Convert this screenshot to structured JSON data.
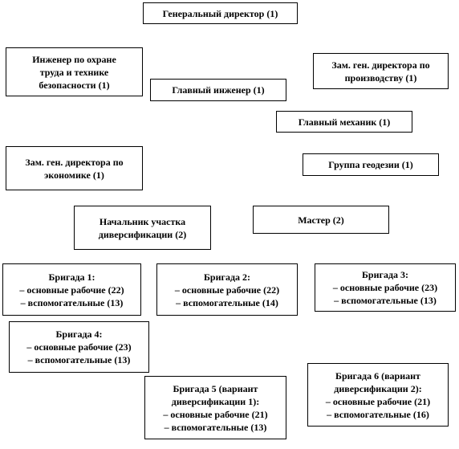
{
  "nodes": [
    {
      "id": "general-director",
      "lines": [
        "Генеральный директор (1)"
      ]
    },
    {
      "id": "safety-engineer",
      "lines": [
        "Инженер по охране",
        "труда и технике",
        "безопасности (1)"
      ]
    },
    {
      "id": "deputy-production",
      "lines": [
        "Зам. ген. директора по",
        "производству (1)"
      ]
    },
    {
      "id": "chief-engineer",
      "lines": [
        "Главный инженер  (1)"
      ]
    },
    {
      "id": "chief-mechanic",
      "lines": [
        "Главный механик (1)"
      ]
    },
    {
      "id": "deputy-economics",
      "lines": [
        "Зам. ген. директора по",
        "экономике (1)"
      ]
    },
    {
      "id": "geodesy-group",
      "lines": [
        "Группа геодезии (1)"
      ]
    },
    {
      "id": "diversification-head",
      "lines": [
        "Начальник участка",
        "диверсификации  (2)"
      ]
    },
    {
      "id": "master",
      "lines": [
        "Мастер (2)"
      ]
    },
    {
      "id": "brigade-1",
      "lines": [
        "Бригада 1:",
        "– основные рабочие (22)",
        "– вспомогательные (13)"
      ]
    },
    {
      "id": "brigade-2",
      "lines": [
        "Бригада 2:",
        "– основные рабочие (22)",
        "– вспомогательные (14)"
      ]
    },
    {
      "id": "brigade-3",
      "lines": [
        "Бригада 3:",
        "– основные рабочие (23)",
        "– вспомогательные (13)"
      ]
    },
    {
      "id": "brigade-4",
      "lines": [
        "Бригада 4:",
        "– основные рабочие (23)",
        "– вспомогательные (13)"
      ]
    },
    {
      "id": "brigade-5",
      "lines": [
        "Бригада 5 (вариант",
        "диверсификации  1):",
        "– основные рабочие (21)",
        "– вспомогательные (13)"
      ]
    },
    {
      "id": "brigade-6",
      "lines": [
        "Бригада 6 (вариант",
        "диверсификации  2):",
        "– основные рабочие (21)",
        "– вспомогательные (16)"
      ]
    }
  ]
}
